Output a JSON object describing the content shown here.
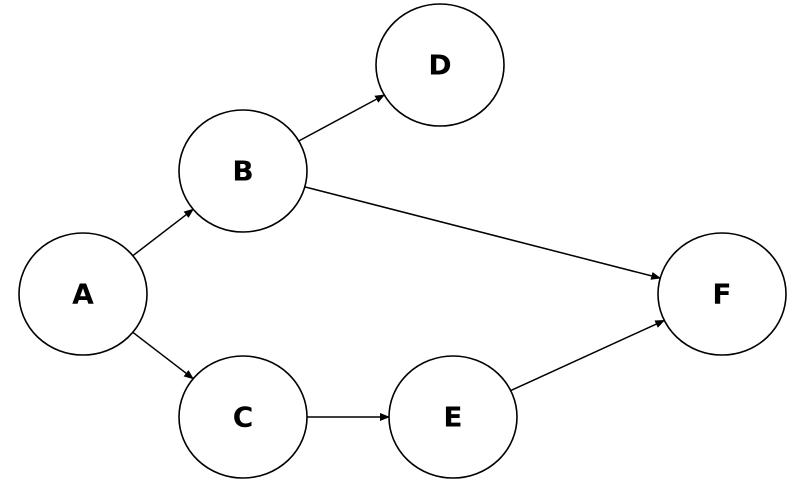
{
  "diagram": {
    "type": "directed-graph",
    "nodes": [
      {
        "id": "A",
        "label": "A"
      },
      {
        "id": "B",
        "label": "B"
      },
      {
        "id": "C",
        "label": "C"
      },
      {
        "id": "D",
        "label": "D"
      },
      {
        "id": "E",
        "label": "E"
      },
      {
        "id": "F",
        "label": "F"
      }
    ],
    "edges": [
      {
        "from": "A",
        "to": "B"
      },
      {
        "from": "A",
        "to": "C"
      },
      {
        "from": "B",
        "to": "D"
      },
      {
        "from": "B",
        "to": "F"
      },
      {
        "from": "C",
        "to": "E"
      },
      {
        "from": "E",
        "to": "F"
      }
    ],
    "colors": {
      "stroke": "#000000",
      "fill": "#ffffff",
      "text": "#000000"
    }
  }
}
